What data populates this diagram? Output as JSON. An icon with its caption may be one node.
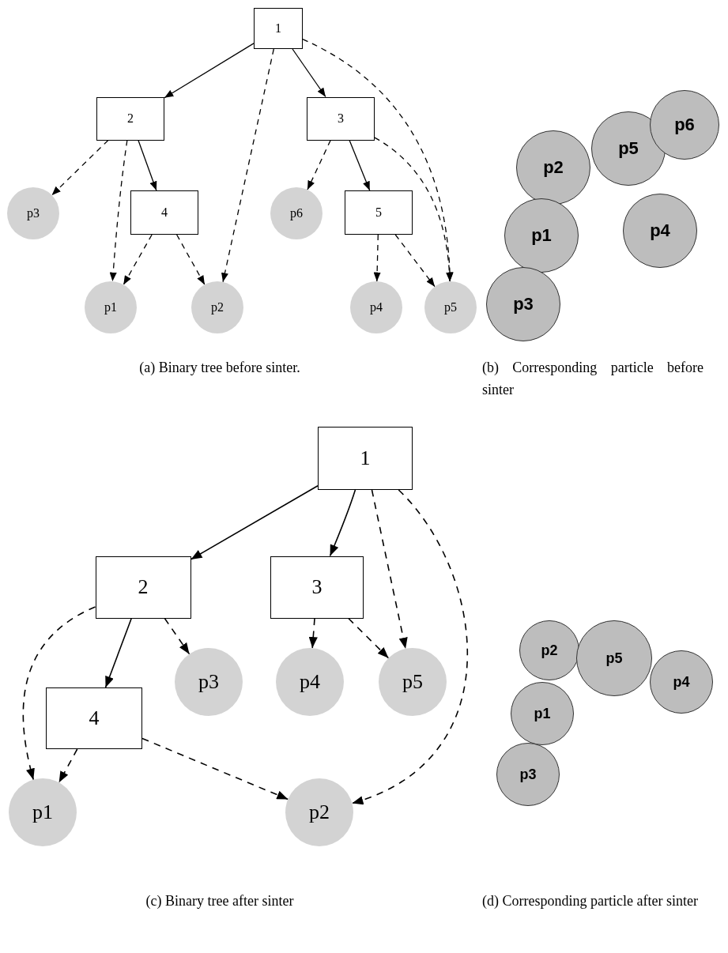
{
  "diagram": {
    "nodes": [
      {
        "text": [
          "1"
        ]
      },
      {
        "text": [
          "2"
        ]
      },
      {
        "text": [
          "3"
        ]
      },
      {
        "text": [
          "p3"
        ]
      },
      {
        "text": [
          "4"
        ]
      },
      {
        "text": [
          "p6"
        ]
      },
      {
        "text": [
          "5"
        ]
      },
      {
        "text": [
          "p1"
        ]
      },
      {
        "text": [
          "p2"
        ]
      },
      {
        "text": [
          "p4"
        ]
      },
      {
        "text": [
          "p5"
        ]
      },
      {
        "text": [
          "p2"
        ]
      },
      {
        "text": [
          "p5"
        ]
      },
      {
        "text": [
          "p6"
        ]
      },
      {
        "text": [
          "p1"
        ]
      },
      {
        "text": [
          "p4"
        ]
      },
      {
        "text": [
          "p3"
        ]
      },
      {
        "text": [
          "1"
        ]
      },
      {
        "text": [
          "2"
        ]
      },
      {
        "text": [
          "3"
        ]
      },
      {
        "text": [
          "4"
        ]
      },
      {
        "text": [
          "p3"
        ]
      },
      {
        "text": [
          "p4"
        ]
      },
      {
        "text": [
          "p5"
        ]
      },
      {
        "text": [
          "p1"
        ]
      },
      {
        "text": [
          "p2"
        ]
      },
      {
        "text": [
          "p2"
        ]
      },
      {
        "text": [
          "p5"
        ]
      },
      {
        "text": [
          "p4"
        ]
      },
      {
        "text": [
          "p1"
        ]
      },
      {
        "text": [
          "p3"
        ]
      }
    ],
    "edges": [
      {
        "from": 0,
        "to": 1,
        "arrow": "to"
      },
      {
        "from": 0,
        "to": 8,
        "arrow": "to",
        "style": "dashed"
      },
      {
        "from": 0,
        "to": 2,
        "arrow": "to"
      },
      {
        "from": 0,
        "to": 10,
        "arrow": "to",
        "style": "dashed"
      },
      {
        "from": 1,
        "to": 3,
        "arrow": "to",
        "style": "dashed"
      },
      {
        "from": 1,
        "to": 7,
        "arrow": "to",
        "style": "dashed"
      },
      {
        "from": 1,
        "to": 4,
        "arrow": "to"
      },
      {
        "from": 4,
        "to": 7,
        "arrow": "to",
        "style": "dashed"
      },
      {
        "from": 4,
        "to": 8,
        "arrow": "to",
        "style": "dashed"
      },
      {
        "from": 2,
        "to": 5,
        "arrow": "to",
        "style": "dashed"
      },
      {
        "from": 2,
        "to": 6,
        "arrow": "to"
      },
      {
        "from": 2,
        "to": 10,
        "arrow": "to",
        "style": "dashed"
      },
      {
        "from": 6,
        "to": 9,
        "arrow": "to",
        "style": "dashed"
      },
      {
        "from": 6,
        "to": 10,
        "arrow": "to",
        "style": "dashed"
      },
      {
        "from": 17,
        "to": 18,
        "arrow": "to"
      },
      {
        "from": 17,
        "to": 19,
        "arrow": "to"
      },
      {
        "from": 17,
        "to": 23,
        "arrow": "to",
        "style": "dashed"
      },
      {
        "from": 17,
        "to": 25,
        "arrow": "to",
        "style": "dashed"
      },
      {
        "from": 18,
        "to": 24,
        "arrow": "to",
        "style": "dashed"
      },
      {
        "from": 18,
        "to": 20,
        "arrow": "to"
      },
      {
        "from": 18,
        "to": 21,
        "arrow": "to",
        "style": "dashed"
      },
      {
        "from": 19,
        "to": 22,
        "arrow": "to",
        "style": "dashed"
      },
      {
        "from": 19,
        "to": 23,
        "arrow": "to",
        "style": "dashed"
      },
      {
        "from": 20,
        "to": 24,
        "arrow": "to",
        "style": "dashed"
      },
      {
        "from": 20,
        "to": 25,
        "arrow": "to",
        "style": "dashed"
      }
    ],
    "labels": [
      "(a) Binary tree before sinter.",
      "(b) Corresponding particle before sinter",
      "(c) Binary tree after sinter",
      "(d) Corresponding particle after sinter"
    ]
  }
}
